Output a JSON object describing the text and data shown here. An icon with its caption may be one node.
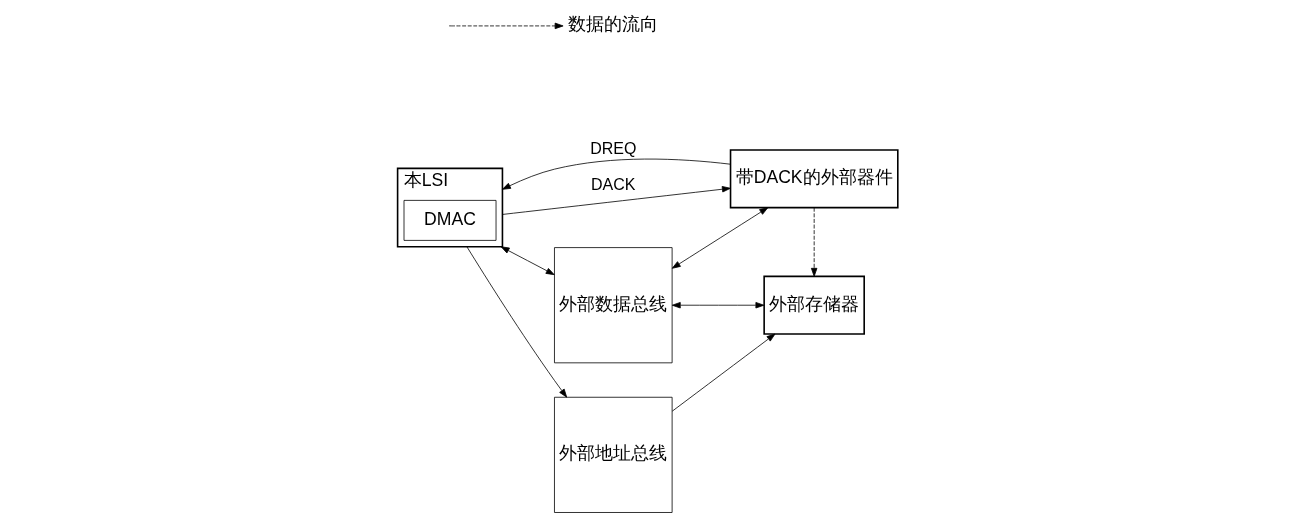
{
  "diagram": {
    "nodes": [
      {
        "text": [
          "本LSI"
        ]
      },
      {
        "text": [
          "DMAC"
        ],
        "in": 0
      },
      {
        "text": [
          "外部地址总线"
        ]
      },
      {
        "text": [
          "外部数据总线"
        ]
      },
      {
        "text": [
          "外部存储器"
        ]
      },
      {
        "text": [
          "带DACK的外部器件"
        ]
      }
    ],
    "edges": [
      {
        "from": 0,
        "to": 3,
        "arrow": "both"
      },
      {
        "from": 0,
        "to": 2,
        "arrow": "to"
      },
      {
        "from": 2,
        "to": 4,
        "arrow": "to"
      },
      {
        "from": 3,
        "to": 4,
        "arrow": "both"
      },
      {
        "from": 3,
        "to": 5,
        "arrow": "both"
      },
      {
        "from": 5,
        "to": 4,
        "arrow": "to",
        "style": "dashed"
      },
      {
        "from": 0,
        "to": 5,
        "label": "DACK",
        "arrow": "to"
      },
      {
        "from": 5,
        "to": 0,
        "label": "DREQ",
        "arrow": "to"
      }
    ],
    "legend": [
      {
        "text": "数据的流向"
      }
    ]
  }
}
